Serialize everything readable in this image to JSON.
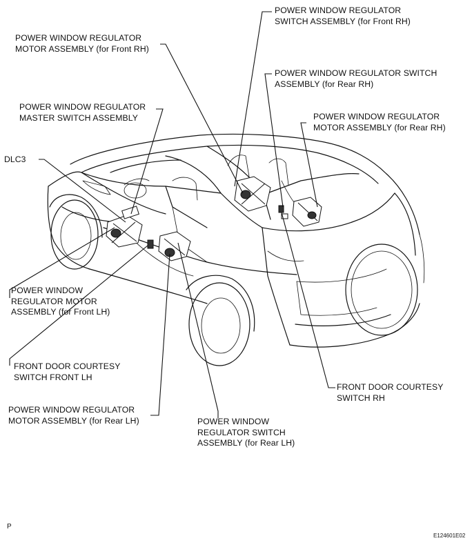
{
  "labels": {
    "pw_switch_front_rh": "POWER WINDOW REGULATOR\nSWITCH ASSEMBLY (for Front RH)",
    "pw_motor_front_rh": "POWER WINDOW REGULATOR\nMOTOR ASSEMBLY (for Front RH)",
    "pw_switch_rear_rh": "POWER WINDOW REGULATOR SWITCH\nASSEMBLY (for Rear RH)",
    "pw_master_switch": "POWER WINDOW REGULATOR\nMASTER SWITCH ASSEMBLY",
    "pw_motor_rear_rh": "POWER WINDOW REGULATOR\nMOTOR ASSEMBLY (for Rear RH)",
    "dlc3": "DLC3",
    "pw_motor_front_lh": "POWER WINDOW\nREGULATOR MOTOR\nASSEMBLY (for Front LH)",
    "courtesy_front_lh": "FRONT DOOR COURTESY\nSWITCH FRONT LH",
    "courtesy_rh": "FRONT DOOR COURTESY\nSWITCH RH",
    "pw_motor_rear_lh": "POWER WINDOW REGULATOR\nMOTOR ASSEMBLY (for Rear LH)",
    "pw_switch_rear_lh": "POWER WINDOW\nREGULATOR SWITCH\nASSEMBLY (for Rear LH)"
  },
  "footer": {
    "left": "P",
    "right": "E124601E02"
  }
}
